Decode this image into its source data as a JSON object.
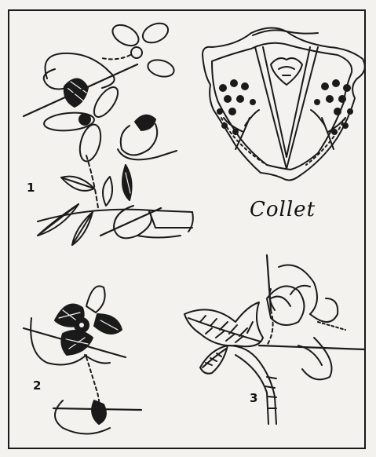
{
  "labels": {
    "fig1": "1",
    "fig2": "2",
    "fig3": "3",
    "caption": "Collet"
  },
  "colors": {
    "ink": "#1a1a1a",
    "paper": "#f4f2ee"
  }
}
